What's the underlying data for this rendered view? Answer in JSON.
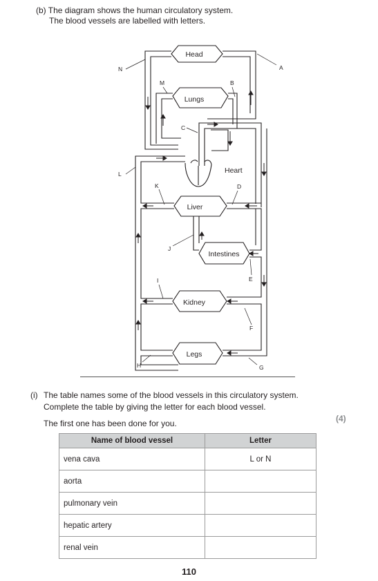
{
  "question": {
    "part": "(b)",
    "intro_line1": "The diagram shows the human circulatory system.",
    "intro_line2": "The blood vessels are labelled with letters."
  },
  "diagram": {
    "organs": {
      "head": "Head",
      "lungs": "Lungs",
      "heart": "Heart",
      "liver": "Liver",
      "intestines": "Intestines",
      "kidney": "Kidney",
      "legs": "Legs"
    },
    "letters": [
      "A",
      "B",
      "C",
      "D",
      "E",
      "F",
      "G",
      "H",
      "I",
      "J",
      "K",
      "L",
      "M",
      "N"
    ]
  },
  "subquestion": {
    "number": "(i)",
    "line1": "The table names some of the blood vessels in this circulatory system.",
    "line2": "Complete the table by giving the letter for each blood vessel.",
    "example_note": "The first one has been done for you.",
    "marks": "(4)"
  },
  "table": {
    "headers": [
      "Name of blood vessel",
      "Letter"
    ],
    "rows": [
      {
        "name": "vena cava",
        "letter": "L or N"
      },
      {
        "name": "aorta",
        "letter": ""
      },
      {
        "name": "pulmonary vein",
        "letter": ""
      },
      {
        "name": "hepatic artery",
        "letter": ""
      },
      {
        "name": "renal vein",
        "letter": ""
      }
    ]
  },
  "page_number": "110"
}
